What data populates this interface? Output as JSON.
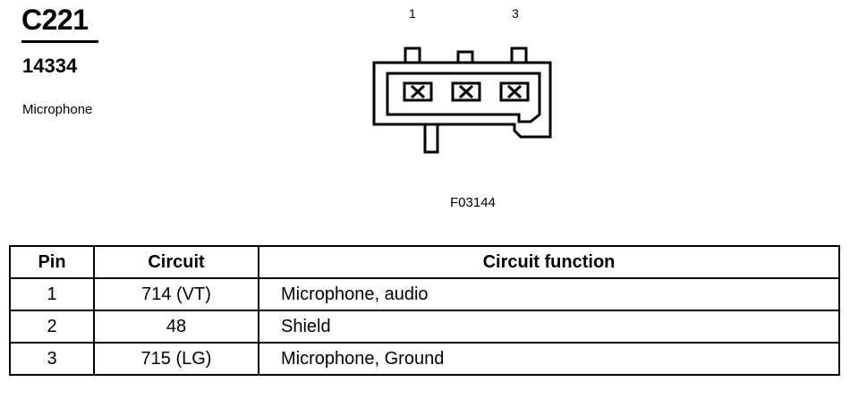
{
  "connector": {
    "id": "C221",
    "part_number": "14334",
    "component": "Microphone",
    "figure_code": "F03144",
    "pin_labels": [
      "1",
      "3"
    ]
  },
  "table": {
    "headers": [
      "Pin",
      "Circuit",
      "Circuit function"
    ],
    "rows": [
      {
        "pin": "1",
        "circuit": "714 (VT)",
        "function": "Microphone, audio"
      },
      {
        "pin": "2",
        "circuit": "48",
        "function": "Shield"
      },
      {
        "pin": "3",
        "circuit": "715 (LG)",
        "function": "Microphone, Ground"
      }
    ]
  }
}
